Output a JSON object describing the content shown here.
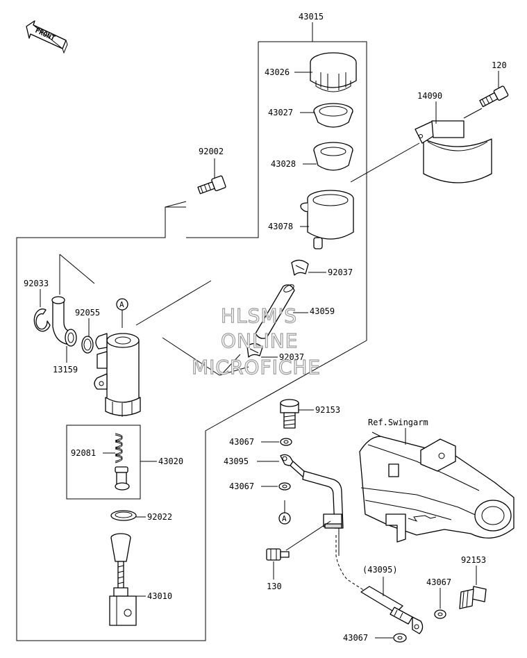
{
  "diagram": {
    "direction_label": "FRONT",
    "reference_note": "Ref.Swingarm",
    "part_labels": {
      "p43015": "43015",
      "p43026": "43026",
      "p43027": "43027",
      "p43028": "43028",
      "p43078": "43078",
      "p120": "120",
      "p14090": "14090",
      "p92002": "92002",
      "p92037_top": "92037",
      "p43059": "43059",
      "p92037_bot": "92037",
      "p92033": "92033",
      "p92055": "92055",
      "p13159": "13159",
      "p92081": "92081",
      "p43020": "43020",
      "p92022": "92022",
      "p43010": "43010",
      "p92153_top": "92153",
      "p43067_a": "43067",
      "p43095": "43095",
      "p43067_b": "43067",
      "p130": "130",
      "p43095_ref": "(43095)",
      "p92153_bot": "92153",
      "p43067_c": "43067",
      "p43067_d": "43067"
    },
    "connector_marks": {
      "a1": "A",
      "a2": "A"
    }
  },
  "watermark": {
    "line1": "HLSM'S",
    "line2": "ONLINE",
    "line3": "MICROFICHE"
  }
}
